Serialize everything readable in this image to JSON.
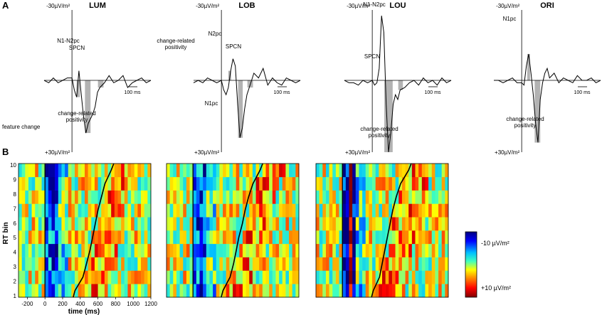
{
  "panel_labels": {
    "a": "A",
    "b": "B"
  },
  "erp_panels": [
    {
      "title": "LUM",
      "top_label": "-30µV/m²",
      "bottom_label": "+30µV/m²",
      "scale_label": "100 ms",
      "annotations": [
        "N1-N2pc",
        "SPCN",
        "change-related positivity",
        "feature change"
      ]
    },
    {
      "title": "LOB",
      "top_label": "-30µV/m²",
      "bottom_label": "+30µV/m²",
      "scale_label": "100 ms",
      "annotations": [
        "N2pc",
        "change-related positivity",
        "SPCN",
        "N1pc"
      ]
    },
    {
      "title": "LOU",
      "top_label": "-30µV/m²",
      "bottom_label": "+30µV/m²",
      "scale_label": "100 ms",
      "annotations": [
        "N1-N2pc",
        "SPCN",
        "change-related positivity"
      ]
    },
    {
      "title": "ORI",
      "top_label": "-30µV/m²",
      "bottom_label": "+30µV/m²",
      "scale_label": "100 ms",
      "annotations": [
        "N1pc",
        "change-related positivity"
      ]
    }
  ],
  "chart_data": [
    {
      "type": "line",
      "panel": "LUM",
      "x": [
        -300,
        -250,
        -200,
        -150,
        -100,
        -50,
        0,
        25,
        50,
        75,
        100,
        125,
        150,
        175,
        200,
        225,
        250,
        275,
        300,
        350,
        400,
        450,
        500,
        550,
        600,
        650,
        700,
        750,
        800,
        850
      ],
      "y": [
        0,
        1,
        -1,
        1,
        0,
        -1,
        -1,
        4,
        7,
        -4,
        6,
        15,
        22,
        18,
        16,
        14,
        11,
        5,
        3,
        1,
        -2,
        1,
        0,
        -2,
        3,
        1,
        0,
        -1,
        1,
        0
      ],
      "ylim": [
        30,
        -30
      ],
      "component_windows": [
        {
          "name": "change-related positivity",
          "range": [
            50,
            85
          ]
        },
        {
          "name": "N1-N2pc",
          "range": [
            140,
            200
          ]
        },
        {
          "name": "SPCN",
          "range": [
            280,
            340
          ]
        }
      ]
    },
    {
      "type": "line",
      "panel": "LOB",
      "x": [
        -300,
        -250,
        -200,
        -150,
        -100,
        -50,
        0,
        25,
        50,
        75,
        100,
        125,
        150,
        175,
        200,
        225,
        250,
        275,
        300,
        350,
        400,
        450,
        500,
        550,
        600,
        650,
        700,
        750,
        800,
        850
      ],
      "y": [
        1,
        0,
        1,
        -1,
        0,
        1,
        0,
        4,
        6,
        3,
        -4,
        -9,
        -6,
        10,
        24,
        20,
        12,
        6,
        3,
        -3,
        -1,
        -5,
        2,
        -1,
        1,
        2,
        -1,
        0,
        1,
        0
      ],
      "ylim": [
        30,
        -30
      ],
      "component_windows": [
        {
          "name": "change-related positivity",
          "range": [
            75,
            105
          ]
        },
        {
          "name": "N2pc",
          "range": [
            180,
            230
          ]
        },
        {
          "name": "SPCN",
          "range": [
            280,
            340
          ]
        }
      ]
    },
    {
      "type": "line",
      "panel": "LOU",
      "x": [
        -300,
        -250,
        -200,
        -150,
        -100,
        -50,
        0,
        25,
        50,
        75,
        100,
        125,
        150,
        175,
        200,
        225,
        250,
        275,
        300,
        350,
        400,
        450,
        500,
        550,
        600,
        650,
        700,
        750,
        800,
        850
      ],
      "y": [
        0,
        1,
        1,
        2,
        0,
        1,
        0,
        2,
        1,
        -5,
        -27,
        -20,
        10,
        30,
        22,
        10,
        6,
        8,
        4,
        3,
        1,
        0,
        2,
        -1,
        1,
        0,
        2,
        -1,
        1,
        0
      ],
      "ylim": [
        30,
        -30
      ],
      "component_windows": [
        {
          "name": "N1-N2pc",
          "range": [
            130,
            220
          ]
        },
        {
          "name": "SPCN",
          "range": [
            280,
            330
          ]
        }
      ]
    },
    {
      "type": "line",
      "panel": "ORI",
      "x": [
        -300,
        -250,
        -200,
        -150,
        -100,
        -50,
        0,
        25,
        50,
        75,
        100,
        125,
        150,
        175,
        200,
        225,
        250,
        275,
        300,
        350,
        400,
        450,
        500,
        550,
        600,
        650,
        700,
        750,
        800,
        850
      ],
      "y": [
        0,
        0,
        1,
        0,
        -1,
        1,
        1,
        2,
        -6,
        -11,
        -3,
        6,
        18,
        26,
        8,
        1,
        -3,
        -5,
        -1,
        -3,
        1,
        -1,
        0,
        1,
        -2,
        0,
        0,
        -1,
        1,
        0
      ],
      "ylim": [
        30,
        -30
      ],
      "component_windows": [
        {
          "name": "change-related positivity",
          "range": [
            60,
            90
          ]
        },
        {
          "name": "N1pc",
          "range": [
            140,
            200
          ]
        }
      ]
    },
    {
      "type": "heatmap",
      "xlabel": "time (ms)",
      "ylabel": "RT bin",
      "x_ticks": [
        "-200",
        "0",
        "200",
        "400",
        "600",
        "800",
        "1000",
        "1200"
      ],
      "y_ticks": [
        "1",
        "2",
        "3",
        "4",
        "5",
        "6",
        "7",
        "8",
        "9",
        "10"
      ],
      "xlim": [
        -300,
        1200
      ],
      "ylim": [
        1,
        10
      ],
      "panels": [
        {
          "name": "LUM",
          "rt_x": [
            340,
            430,
            470,
            510,
            540,
            570,
            600,
            640,
            680,
            750
          ]
        },
        {
          "name": "LOB",
          "rt_x": [
            340,
            420,
            460,
            490,
            520,
            560,
            590,
            630,
            680,
            760
          ]
        },
        {
          "name": "LOU",
          "rt_x": [
            350,
            420,
            450,
            480,
            510,
            540,
            570,
            610,
            660,
            750
          ]
        }
      ],
      "colorbar": {
        "top_label": "-10 µV/m²",
        "bottom_label": "+10 µV/m²",
        "colors": [
          "#00007f",
          "#0000ff",
          "#00bfff",
          "#3fffbf",
          "#ffff00",
          "#ff7f00",
          "#ff0000",
          "#7f0000"
        ]
      }
    }
  ]
}
